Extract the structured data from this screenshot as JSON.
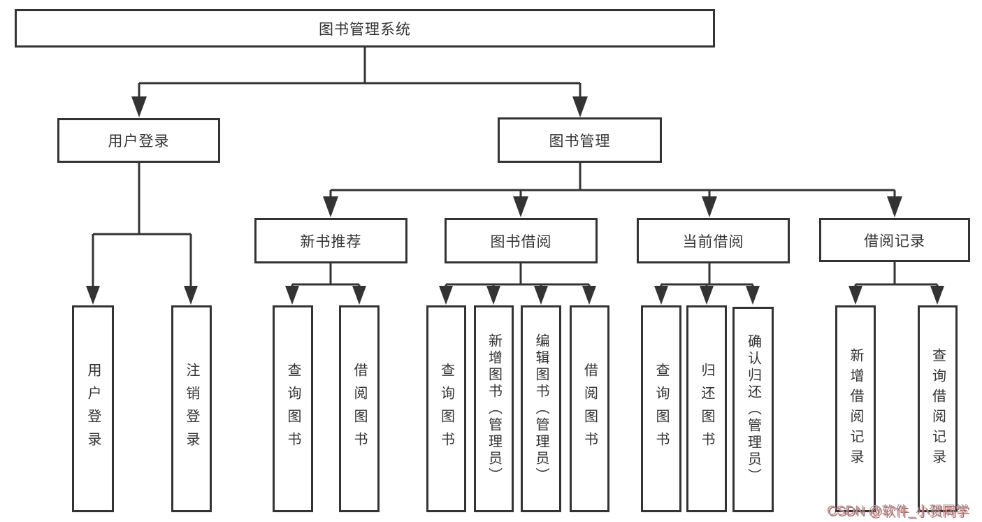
{
  "diagram": {
    "title": "图书管理系统",
    "type": "tree-diagram",
    "nodes": {
      "root": "图书管理系统",
      "level2": {
        "user_login": "用户登录",
        "book_management": "图书管理"
      },
      "level3": {
        "new_book_recommend": "新书推荐",
        "book_borrowing": "图书借阅",
        "current_borrowing": "当前借阅",
        "borrowing_records": "借阅记录"
      },
      "leaves": {
        "user_login": "用户登录",
        "logout": "注销登录",
        "nbr_query_books": "查询图书",
        "nbr_borrow_books": "借阅图书",
        "bb_query_books": "查询图书",
        "bb_add_books": "新增图书（管理员）",
        "bb_edit_books": "编辑图书（管理员）",
        "bb_borrow_books": "借阅图书",
        "cb_query_books": "查询图书",
        "cb_return_books": "归还图书",
        "cb_confirm_return": "确认归还（管理员）",
        "br_add_record": "新增借阅记录",
        "br_query_record": "查询借阅记录"
      }
    },
    "hierarchy": {
      "图书管理系统": {
        "用户登录": [
          "用户登录",
          "注销登录"
        ],
        "图书管理": {
          "新书推荐": [
            "查询图书",
            "借阅图书"
          ],
          "图书借阅": [
            "查询图书",
            "新增图书（管理员）",
            "编辑图书（管理员）",
            "借阅图书"
          ],
          "当前借阅": [
            "查询图书",
            "归还图书",
            "确认归还（管理员）"
          ],
          "借阅记录": [
            "新增借阅记录",
            "查询借阅记录"
          ]
        }
      }
    },
    "colors": {
      "line": "#333333",
      "box_border": "#333333",
      "box_fill": "#ffffff",
      "text": "#333333",
      "background": "#ffffff"
    }
  },
  "watermark": {
    "text": "CSDN @软件_小贺同学",
    "text_color": "#9e9e9e",
    "shadow_color": "#cf5b5b"
  }
}
